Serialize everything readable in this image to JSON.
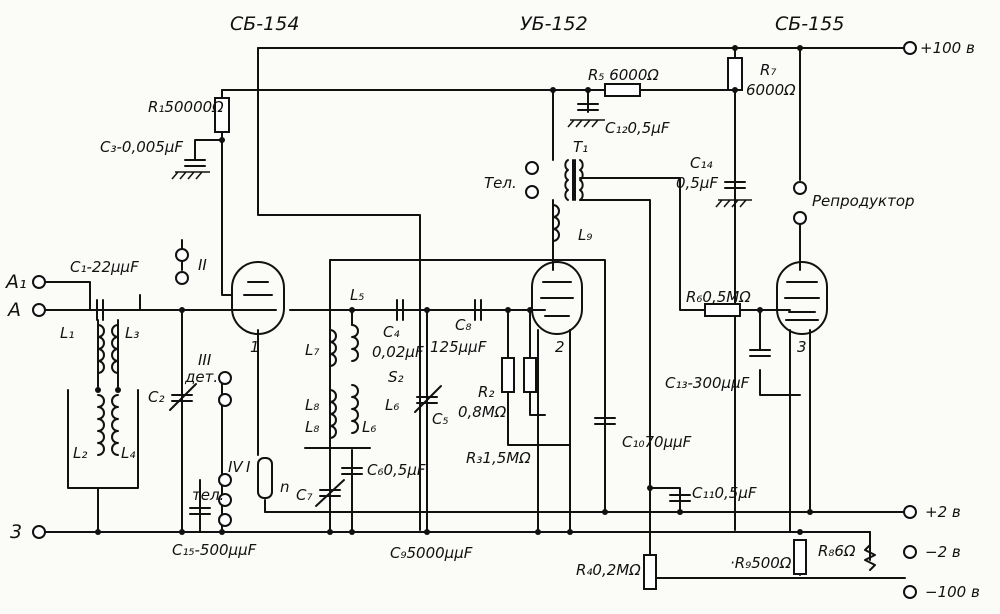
{
  "tubes": {
    "t1": "СБ-154",
    "t2": "УБ-152",
    "t3": "СБ-155",
    "n1": "1",
    "n2": "2",
    "n3": "3"
  },
  "rails": {
    "plus100": "+100 в",
    "plus2": "+2 в",
    "minus2": "−2 в",
    "minus100": "−100 в"
  },
  "inputs": {
    "a1": "A₁",
    "a": "A",
    "ground": "3"
  },
  "components": {
    "c1": "C₁-22µµF",
    "c2": "C₂",
    "c3": "C₃-0,005µF",
    "c4": "C₄",
    "c4v": "0,02µF",
    "c5": "C₅",
    "c6": "C₆0,5µF",
    "c7": "C₇",
    "c8": "C₈",
    "c8v": "125µµF",
    "c9": "C₉5000µµF",
    "c10": "C₁₀70µµF",
    "c11": "C₁₁0,5µF",
    "c12": "C₁₂0,5µF",
    "c13": "C₁₃-300µµF",
    "c14": "C₁₄",
    "c14v": "0,5µF",
    "c15": "C₁₅-500µµF",
    "r1": "R₁50000Ω",
    "r2": "R₂",
    "r2v": "0,8MΩ",
    "r3": "R₃1,5MΩ",
    "r4": "R₄0,2MΩ",
    "r5": "R₅ 6000Ω",
    "r6": "R₆0,5MΩ",
    "r7": "R₇",
    "r7v": "6000Ω",
    "r8": "R₈6Ω",
    "r9": "·R₉500Ω",
    "l1": "L₁",
    "l2": "L₂",
    "l3": "L₃",
    "l4": "L₄",
    "l5": "L₅",
    "l6": "L₆",
    "l6b": "L₆",
    "l7": "L₇",
    "l8": "L₈",
    "l8b": "L₈",
    "l9": "L₉",
    "t1": "T₁",
    "s2": "S₂"
  },
  "labels": {
    "tel_top": "Тел.",
    "tel_bottom": "тел.",
    "speaker": "Репродуктор",
    "roman2": "II",
    "roman3": "III",
    "det": "дет.",
    "roman4": "IV",
    "roman1": "I",
    "n": "n"
  }
}
